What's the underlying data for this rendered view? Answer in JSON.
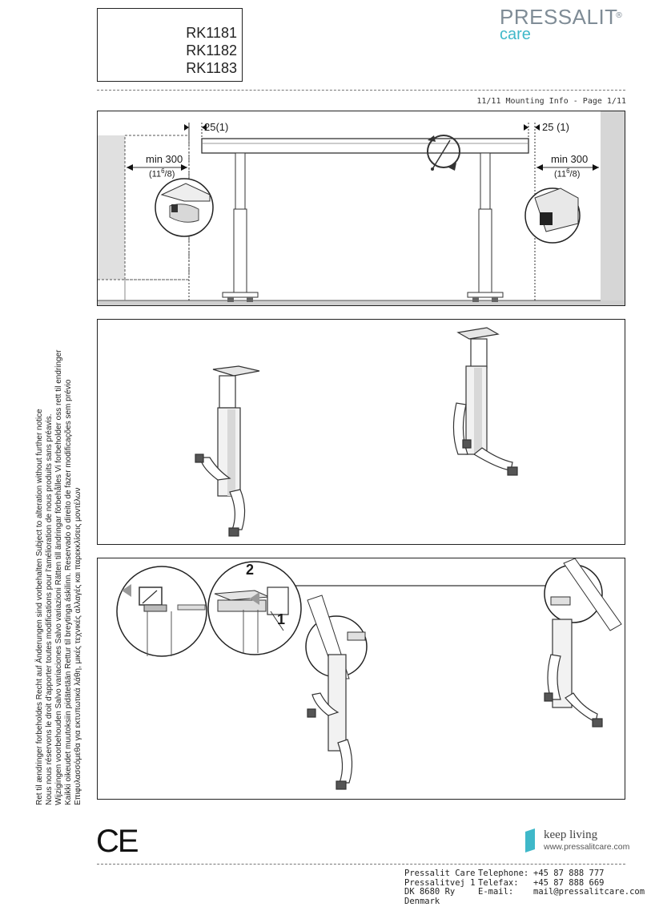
{
  "models": [
    "RK1181",
    "RK1182",
    "RK1183"
  ],
  "brand": {
    "name": "PRESSALIT",
    "registered": "®",
    "sub": "care",
    "color_grey": "#7f8c96",
    "color_teal": "#3fb8c9"
  },
  "page_info": "11/11 Mounting Info - Page 1/11",
  "diagram1": {
    "left_gap": "25(1)",
    "right_gap": "25 (1)",
    "min_left": "min 300",
    "min_right": "min 300",
    "inch_base": "(11",
    "inch_sup": "6",
    "inch_den": "/8)"
  },
  "diagram3": {
    "step1": "1",
    "step2": "2"
  },
  "notice_lines": [
    "Ret til ændringer forbeholdes  Recht auf Änderungen sind vorbehalten  Subject to alteration without further notice",
    "Nous nous réservons le droit d'apporter toutes modifications pour l'amélioration de nous produits sans préavis.",
    "Wijzigingen voorbehouden  Salvo variaciones  Salvo variazioni  Rätten till ändringar förbehålles  Vi forbeholder oss rett til endringer",
    "Kaikki oikeudet muutoksiin pidätetään  Rettur til breytinga áskilinn. Reservado o direito de fazer modificações sem prévio",
    "Επιφυλασσόμεθα για εκτυπωτικά λάθη, μικές τεχνικές αλλαγές και παρεκκλίσεις μοντέλων"
  ],
  "ce_mark": "CE",
  "keep_living": {
    "slogan": "keep living",
    "url": "www.pressalitcare.com"
  },
  "contact": {
    "address": [
      "Pressalit Care",
      "Pressalitvej 1",
      "DK 8680 Ry",
      "Denmark"
    ],
    "labels": [
      "Telephone:",
      "Telefax:",
      "E-mail:"
    ],
    "values": [
      "+45 87 888 777",
      "+45 87 888 669",
      "mail@pressalitcare.com"
    ]
  }
}
